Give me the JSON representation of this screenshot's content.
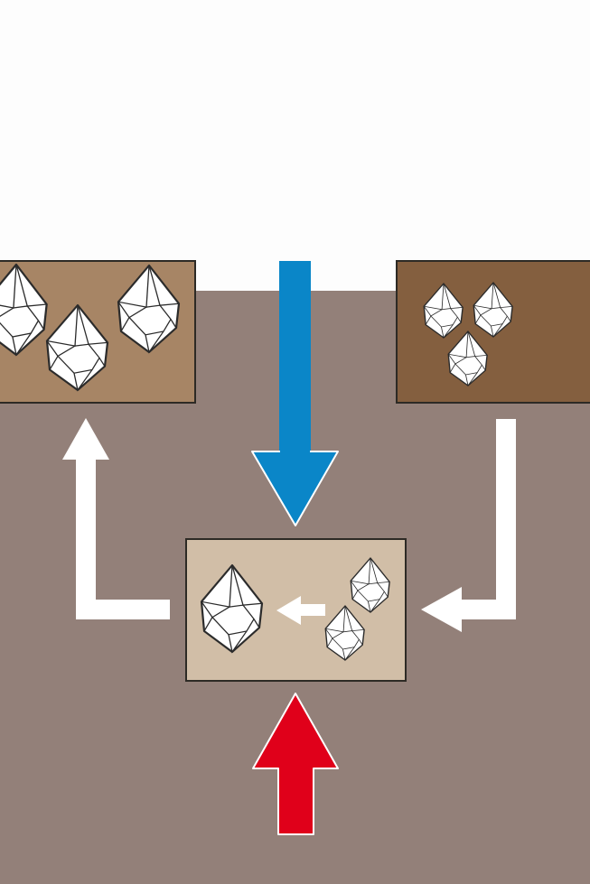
{
  "diagram": {
    "colors": {
      "background": "#fdfdfd",
      "ground": "#938079",
      "box_left": "#a78565",
      "box_right": "#845f3f",
      "box_center": "#d1bea7",
      "box_outline": "#2d2a25",
      "arrow_down": "#0a86c8",
      "arrow_up": "#e0001a",
      "arrow_flow": "#ffffff",
      "crystal_fill": "#ffffff",
      "crystal_stroke": "#2b2b2b"
    },
    "boxes": [
      {
        "id": "left-box",
        "crystals": 3,
        "crystal_size": "large"
      },
      {
        "id": "right-box",
        "crystals": 3,
        "crystal_size": "small"
      },
      {
        "id": "center-box",
        "crystals": 3,
        "crystal_size": "mixed"
      }
    ],
    "arrows": [
      {
        "id": "blue-arrow",
        "direction": "down",
        "color_key": "arrow_down"
      },
      {
        "id": "red-arrow",
        "direction": "up",
        "color_key": "arrow_up"
      },
      {
        "id": "right-flow-arrow",
        "direction": "right-box-to-center-box"
      },
      {
        "id": "left-flow-arrow",
        "direction": "center-box-to-left-box"
      },
      {
        "id": "inner-arrow",
        "direction": "small-crystals-to-large-crystal"
      }
    ]
  }
}
